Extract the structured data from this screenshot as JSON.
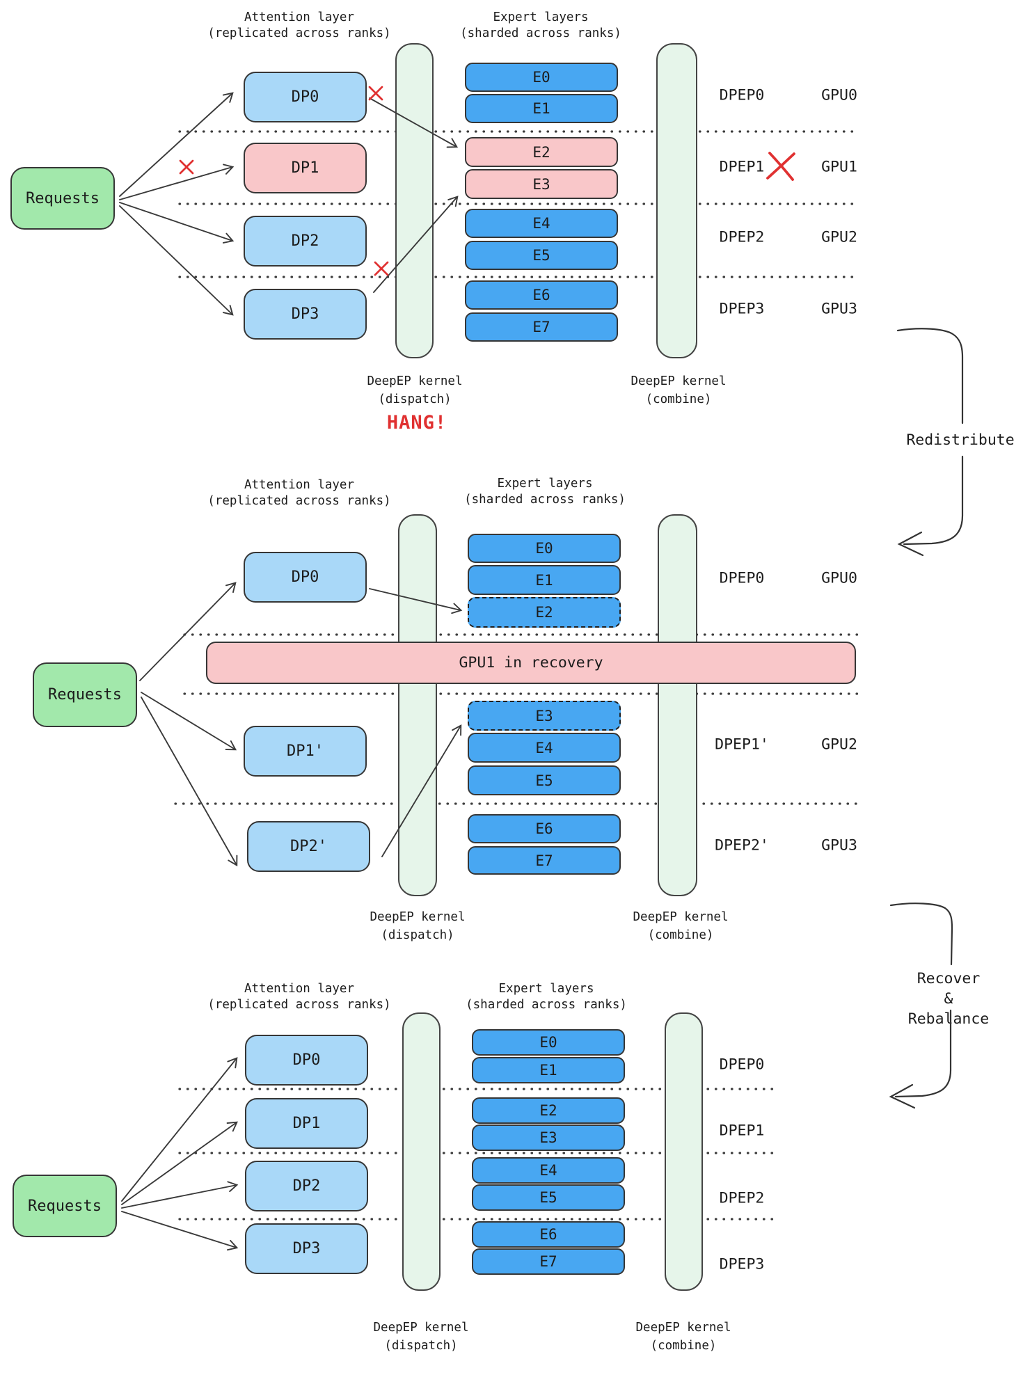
{
  "shared": {
    "attention_title": "Attention layer",
    "attention_subtitle": "(replicated across ranks)",
    "expert_title": "Expert layers",
    "expert_subtitle": "(sharded across ranks)",
    "requests_label": "Requests",
    "kernel_name": "DeepEP kernel",
    "dispatch_mode": "(dispatch)",
    "combine_mode": "(combine)"
  },
  "panel_failure": {
    "dp": [
      "DP0",
      "DP1",
      "DP2",
      "DP3"
    ],
    "experts": [
      "E0",
      "E1",
      "E2",
      "E3",
      "E4",
      "E5",
      "E6",
      "E7"
    ],
    "dpep": [
      "DPEP0",
      "DPEP1",
      "DPEP2",
      "DPEP3"
    ],
    "gpu": [
      "GPU0",
      "GPU1",
      "GPU2",
      "GPU3"
    ],
    "hang_label": "HANG!"
  },
  "panel_redistributed": {
    "dp": [
      "DP0",
      "DP1'",
      "DP2'"
    ],
    "experts": [
      "E0",
      "E1",
      "E2",
      "E3",
      "E4",
      "E5",
      "E6",
      "E7"
    ],
    "dpep": [
      "DPEP0",
      "DPEP1'",
      "DPEP2'"
    ],
    "gpu": [
      "GPU0",
      "GPU2",
      "GPU3"
    ],
    "recovery_banner": "GPU1 in recovery"
  },
  "panel_recovered": {
    "dp": [
      "DP0",
      "DP1",
      "DP2",
      "DP3"
    ],
    "experts": [
      "E0",
      "E1",
      "E2",
      "E3",
      "E4",
      "E5",
      "E6",
      "E7"
    ],
    "dpep": [
      "DPEP0",
      "DPEP1",
      "DPEP2",
      "DPEP3"
    ]
  },
  "transitions": {
    "redistribute": "Redistribute",
    "recover_line1": "Recover",
    "recover_line2": "& Rebalance"
  },
  "colors": {
    "expert_blue": "#48a7f2",
    "dp_light_blue": "#a9d8f8",
    "failed_pink": "#f9c7c9",
    "kernel_green": "#e6f5ea",
    "requests_green": "#a2e8ab",
    "alert_red": "#e03131",
    "ink": "#1c1c1c"
  }
}
